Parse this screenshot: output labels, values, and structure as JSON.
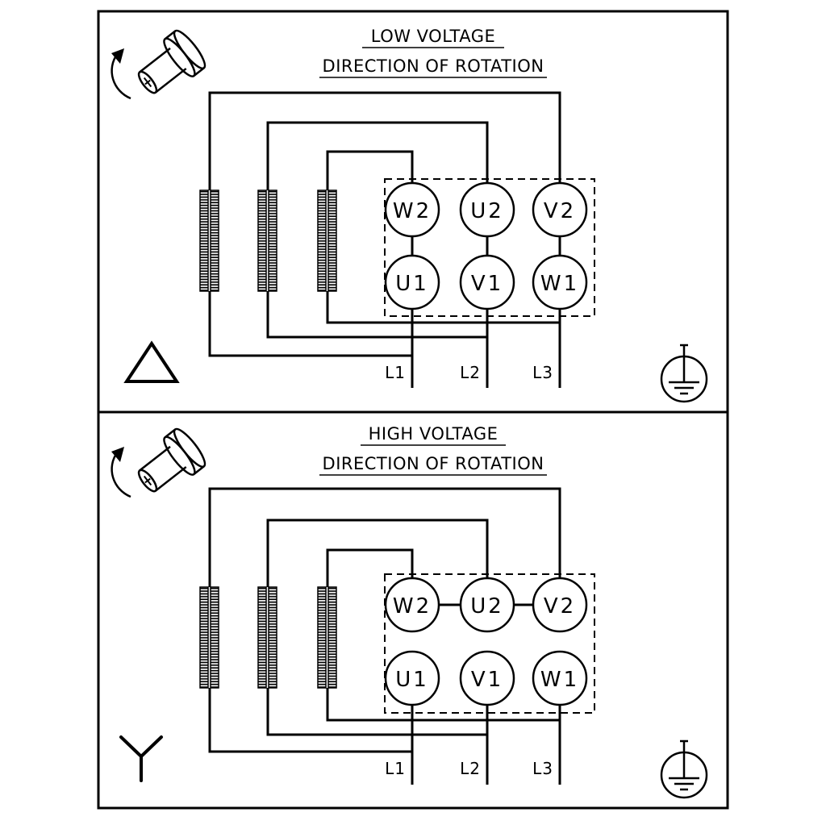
{
  "page": {
    "background": "#ffffff",
    "line_color": "#000000"
  },
  "panels": [
    {
      "title": "LOW VOLTAGE",
      "subtitle": "DIRECTION OF ROTATION",
      "connection": "delta",
      "terminals_top": [
        "W2",
        "U2",
        "V2"
      ],
      "terminals_bottom": [
        "U1",
        "V1",
        "W1"
      ],
      "supply_lines": [
        "L1",
        "L2",
        "L3"
      ],
      "icons": [
        "motor-shaft-rotation",
        "delta-connection",
        "earth-ground"
      ]
    },
    {
      "title": "HIGH VOLTAGE",
      "subtitle": "DIRECTION OF ROTATION",
      "connection": "star",
      "terminals_top": [
        "W2",
        "U2",
        "V2"
      ],
      "terminals_bottom": [
        "U1",
        "V1",
        "W1"
      ],
      "supply_lines": [
        "L1",
        "L2",
        "L3"
      ],
      "icons": [
        "motor-shaft-rotation",
        "star-connection",
        "earth-ground"
      ]
    }
  ]
}
